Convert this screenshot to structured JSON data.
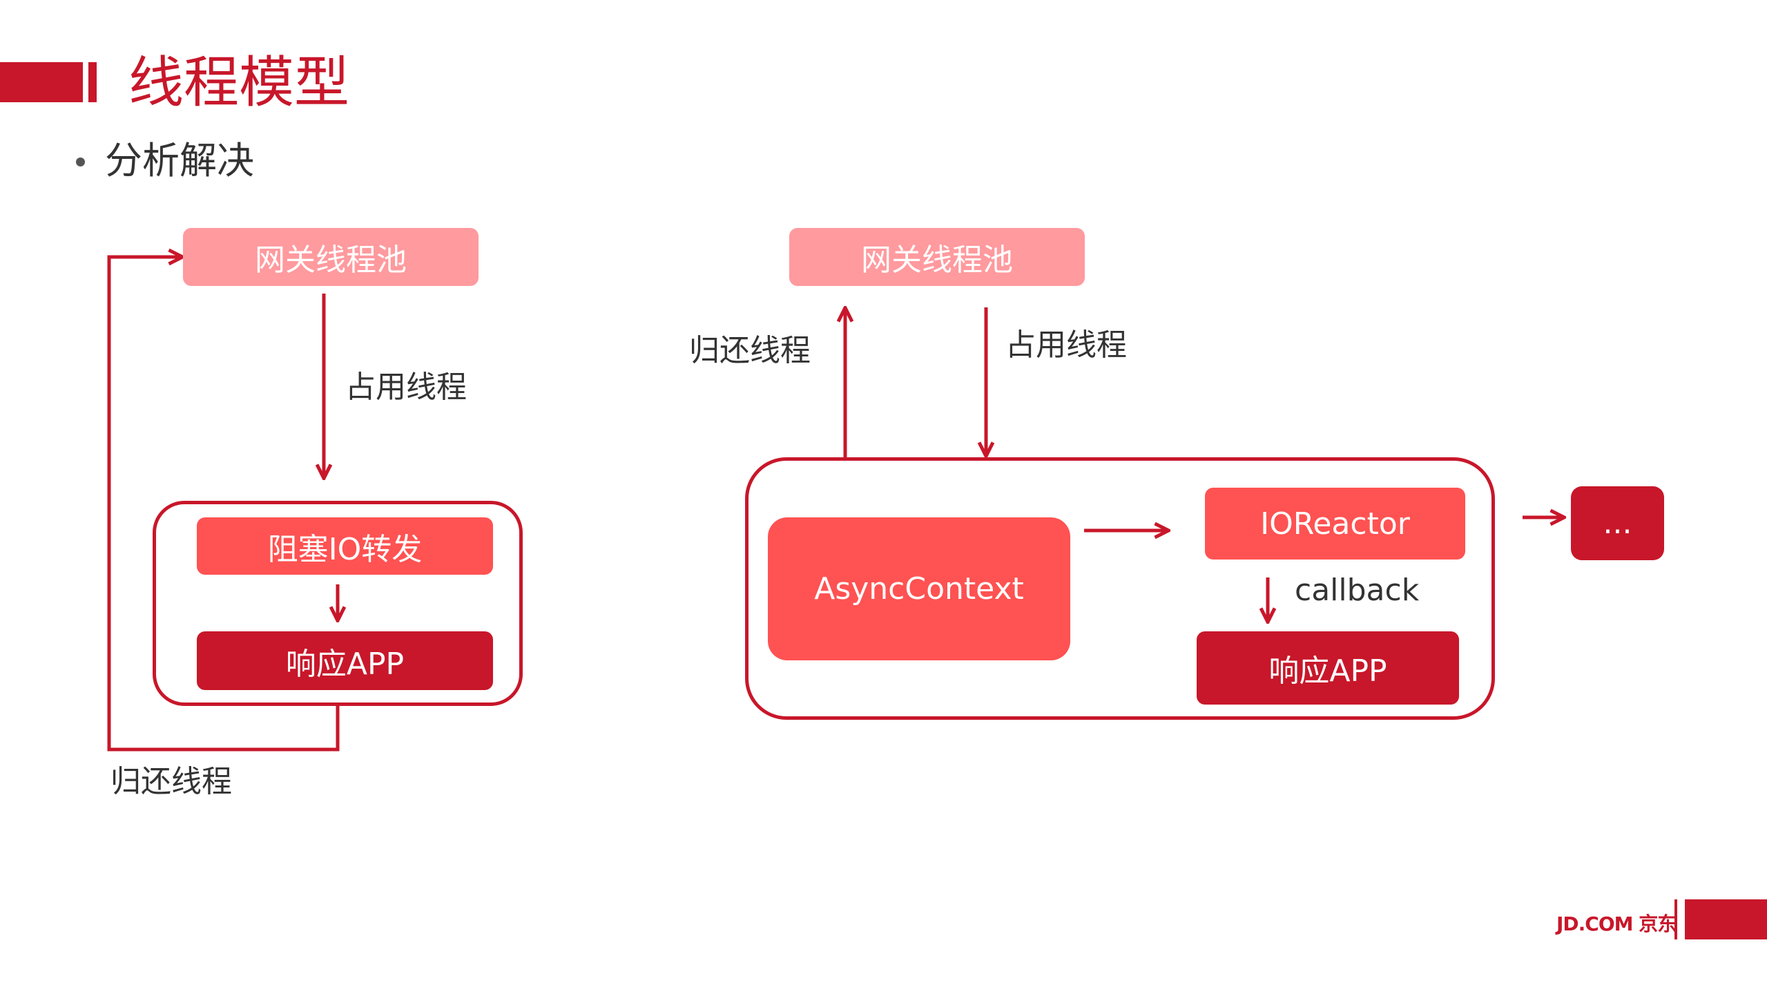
{
  "title": "线程模型",
  "bullet": "分析解决",
  "left": {
    "pool": "网关线程池",
    "occupy": "占用线程",
    "blocking": "阻塞IO转发",
    "respond": "响应APP",
    "return": "归还线程"
  },
  "right": {
    "pool": "网关线程池",
    "return": "归还线程",
    "occupy": "占用线程",
    "async": "AsyncContext",
    "reactor": "IOReactor",
    "callback": "callback",
    "respond": "响应APP",
    "more": "..."
  },
  "footer": {
    "logo": "JD.COM 京东"
  },
  "colors": {
    "accent": "#c8172a",
    "pink": "#ff9a9e",
    "salmon": "#ff5252"
  }
}
